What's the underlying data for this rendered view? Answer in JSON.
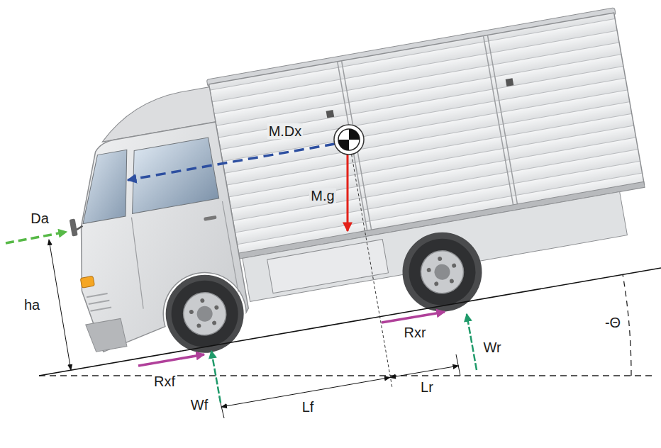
{
  "diagram": {
    "labels": [
      "M.Dx",
      "M.g",
      "Da",
      "ha",
      "Rxr",
      "Wr",
      "-Θ",
      "Rxf",
      "Wf",
      "Lf",
      "Lr"
    ]
  }
}
